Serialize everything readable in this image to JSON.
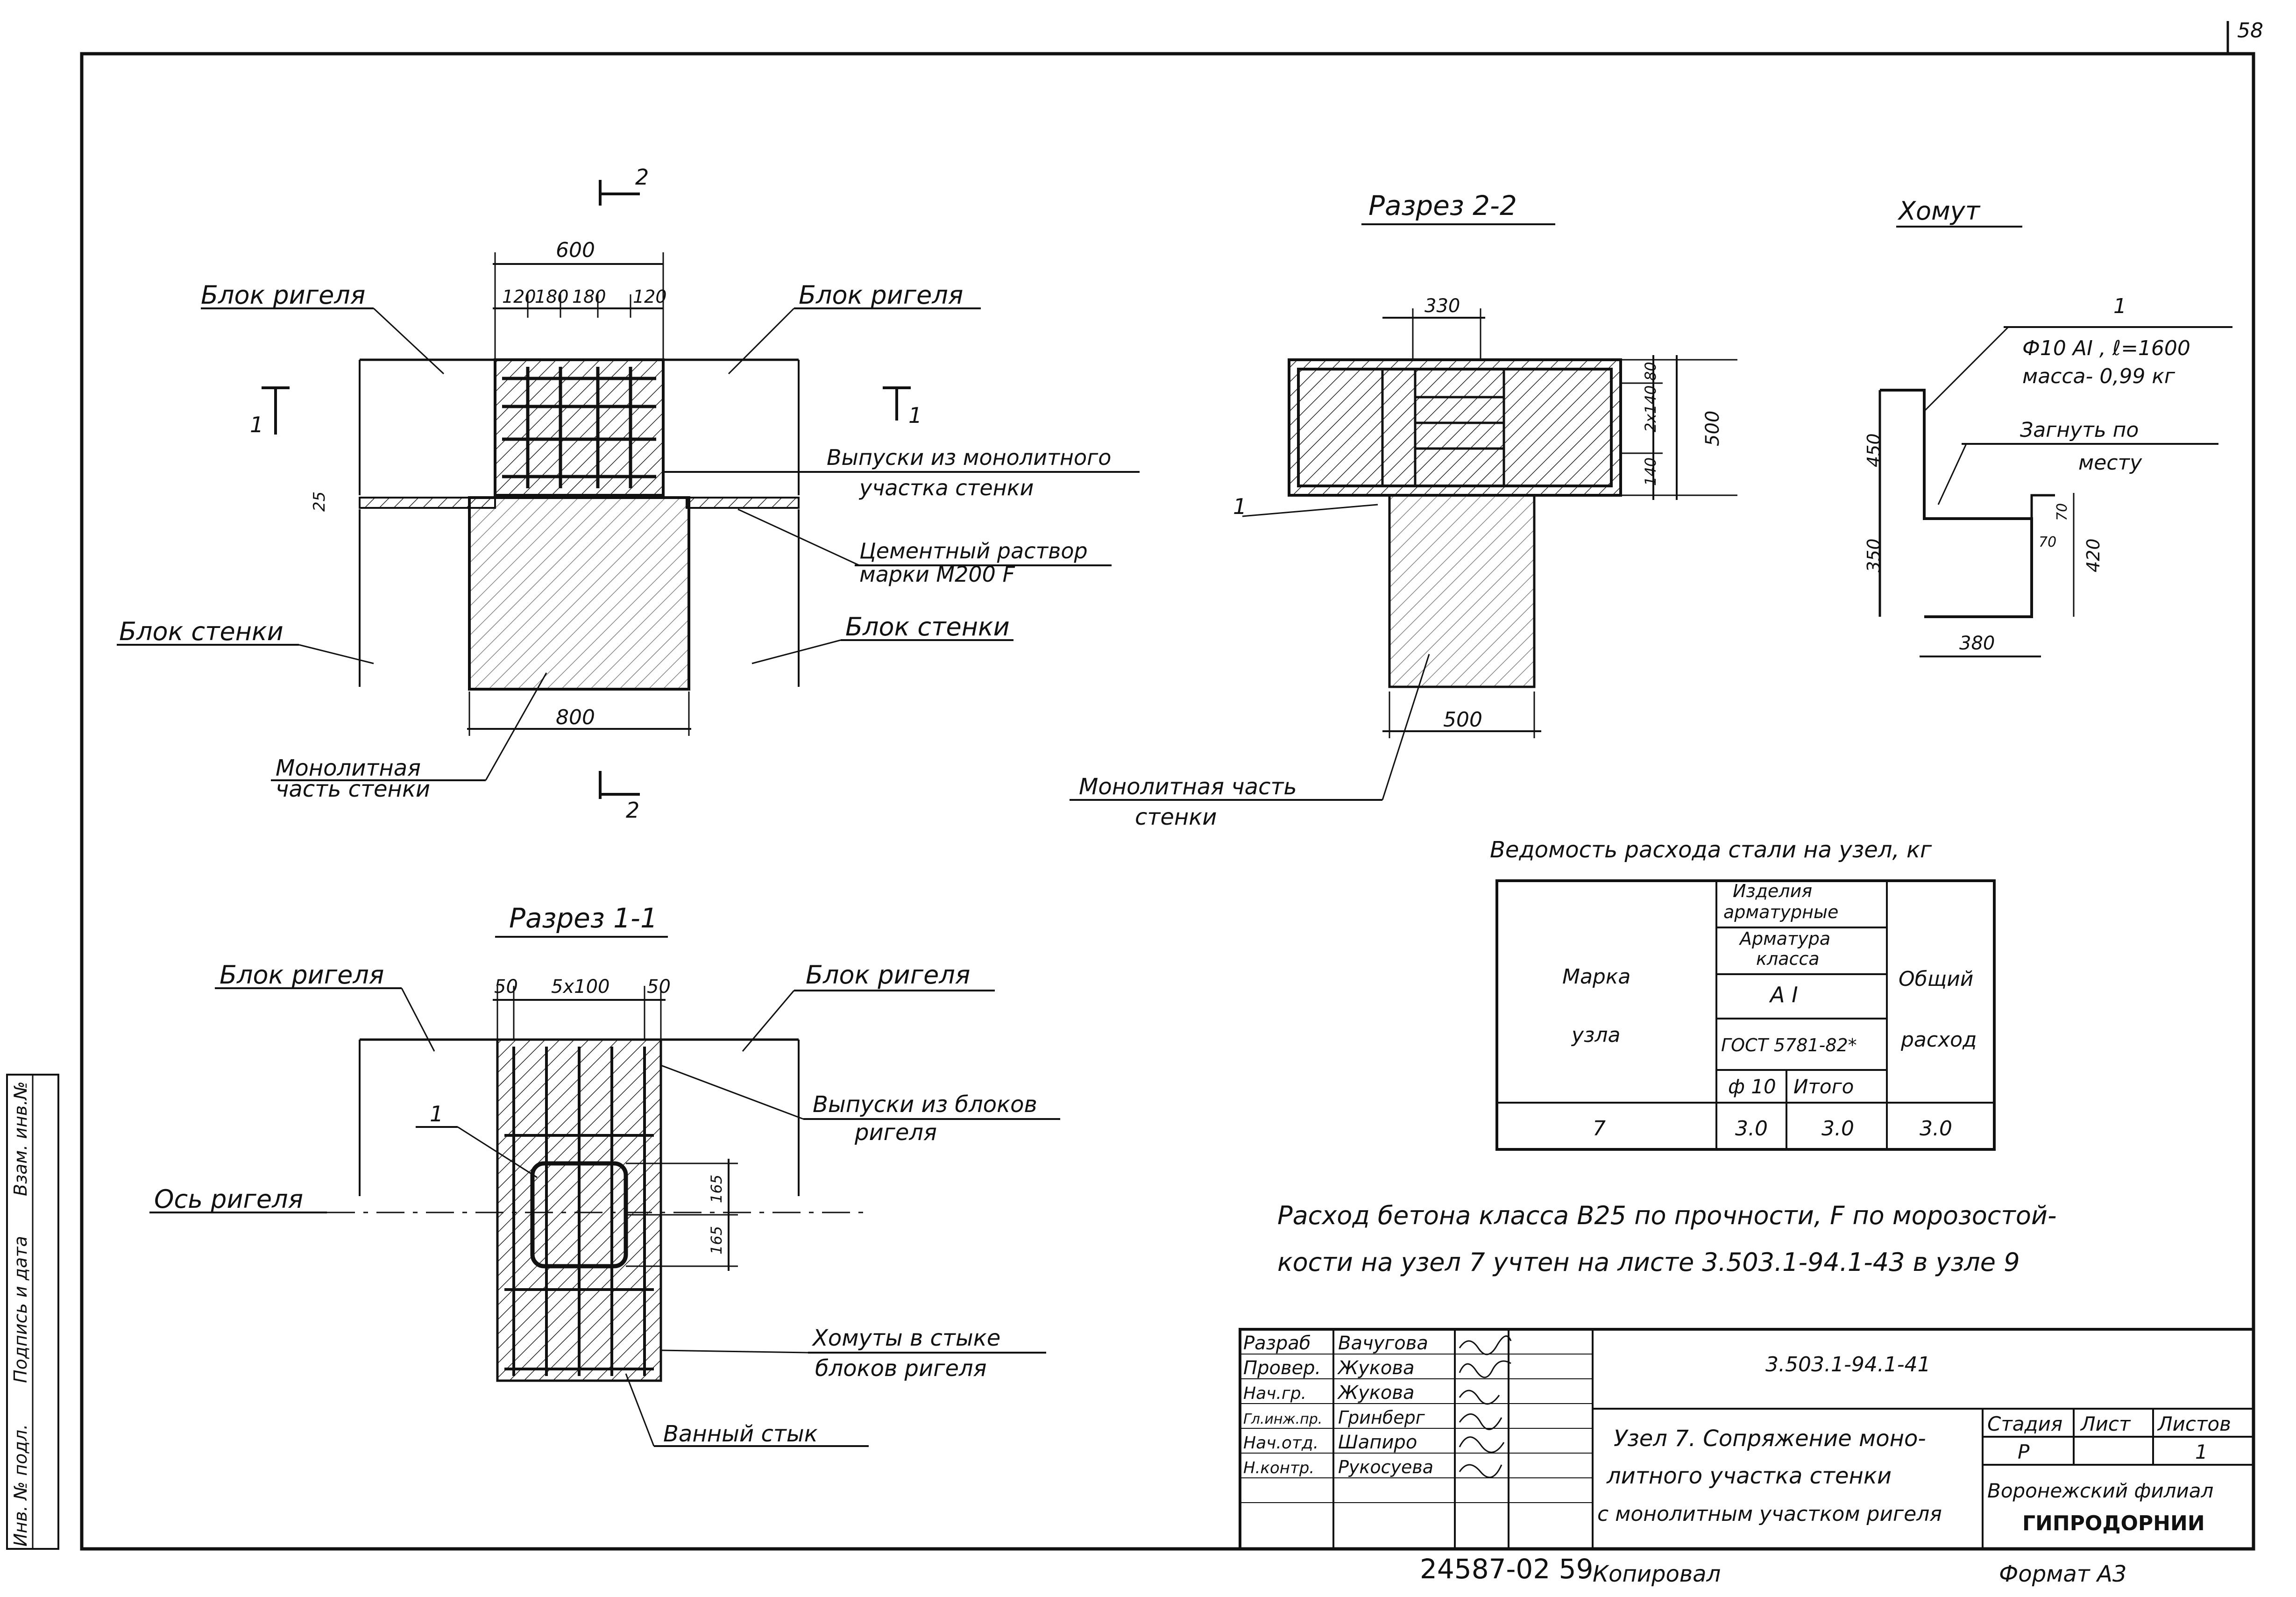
{
  "sheet_number": "58",
  "views": {
    "plan": {
      "block_rigel_left": "Блок ригеля",
      "block_rigel_right": "Блок ригеля",
      "block_wall_left": "Блок стенки",
      "block_wall_right": "Блок стенки",
      "releases": [
        "Выпуски из монолитного",
        "участка стенки"
      ],
      "mortar": [
        "Цементный раствор",
        "марки М200 F"
      ],
      "monolithic": [
        "Монолитная",
        "часть стенки"
      ],
      "dim_total": "600",
      "dim_parts": [
        "120",
        "180",
        "180",
        "120"
      ],
      "dim_800": "800",
      "dim_25": "25",
      "cut_1_left": "1",
      "cut_1_right": "1",
      "cut_2_top": "2",
      "cut_2_bottom": "2"
    },
    "section_2_2": {
      "title": "Разрез 2-2",
      "dim_330": "330",
      "dim_500_v": "500",
      "dim_80": "80",
      "dim_2x140": "2х140",
      "dim_140": "140",
      "dim_500_h": "500",
      "leader_1": "1",
      "monolithic": [
        "Монолитная часть",
        "стенки"
      ]
    },
    "clamp": {
      "title": "Хомут",
      "leader_1": "1",
      "spec": [
        "Ф10 АI , ℓ=1600",
        "масса- 0,99 кг"
      ],
      "bend": [
        "Загнуть по",
        "месту"
      ],
      "dim_450": "450",
      "dim_350": "350",
      "dim_70_a": "70",
      "dim_70_b": "70",
      "dim_420": "420",
      "dim_380": "380"
    },
    "section_1_1": {
      "title": "Разрез 1-1",
      "block_rigel_left": "Блок ригеля",
      "block_rigel_right": "Блок ригеля",
      "dim_50_a": "50",
      "dim_5x100": "5х100",
      "dim_50_b": "50",
      "leader_1": "1",
      "releases": [
        "Выпуски из блоков",
        "ригеля"
      ],
      "axis": "Ось ригеля",
      "dim_165_a": "165",
      "dim_165_b": "165",
      "clamps": [
        "Хомуты в стыке",
        "блоков ригеля"
      ],
      "bath_joint": "Ванный стык"
    }
  },
  "steel_table": {
    "title": "Ведомость расхода стали на узел, кг",
    "mark_header": [
      "Марка",
      "узла"
    ],
    "products_header": [
      "Изделия",
      "арматурные"
    ],
    "rebar_header": [
      "Арматура",
      "класса"
    ],
    "class": "А I",
    "gost": "ГОСТ 5781-82*",
    "diameter": "ф 10",
    "total_header": "Итого",
    "overall_header": [
      "Общий",
      "расход"
    ],
    "rows": [
      {
        "mark": "7",
        "d10": "3.0",
        "total": "3.0",
        "overall": "3.0"
      }
    ]
  },
  "concrete_note": [
    "Расход бетона класса В25 по прочности, F по морозостой-",
    "кости на узел 7 учтен на листе 3.503.1-94.1-43 в узле 9"
  ],
  "title_block": {
    "roles": [
      "Разраб",
      "Провер.",
      "Нач.гр.",
      "Гл.инж.пр.",
      "Нач.отд.",
      "Н.контр."
    ],
    "names": [
      "Вачугова",
      "Жукова",
      "Жукова",
      "Гринберг",
      "Шапиро",
      "Рукосуева"
    ],
    "doc_code": "3.503.1-94.1-41",
    "title_lines": [
      "Узел 7. Сопряжение моно-",
      "литного участка стенки",
      "с монолитным участком ригеля"
    ],
    "stage_label": "Стадия",
    "sheet_label": "Лист",
    "sheets_label": "Листов",
    "stage": "Р",
    "sheet": "",
    "sheets": "1",
    "org": [
      "Воронежский филиал",
      "ГИПРОДОРНИИ"
    ]
  },
  "side_stamp": [
    "Инв. № подл.",
    "Подпись и дата",
    "Взам. инв.№"
  ],
  "footer": {
    "archive": "24587-02 59",
    "copied": "Копировал",
    "format": "Формат А3"
  }
}
